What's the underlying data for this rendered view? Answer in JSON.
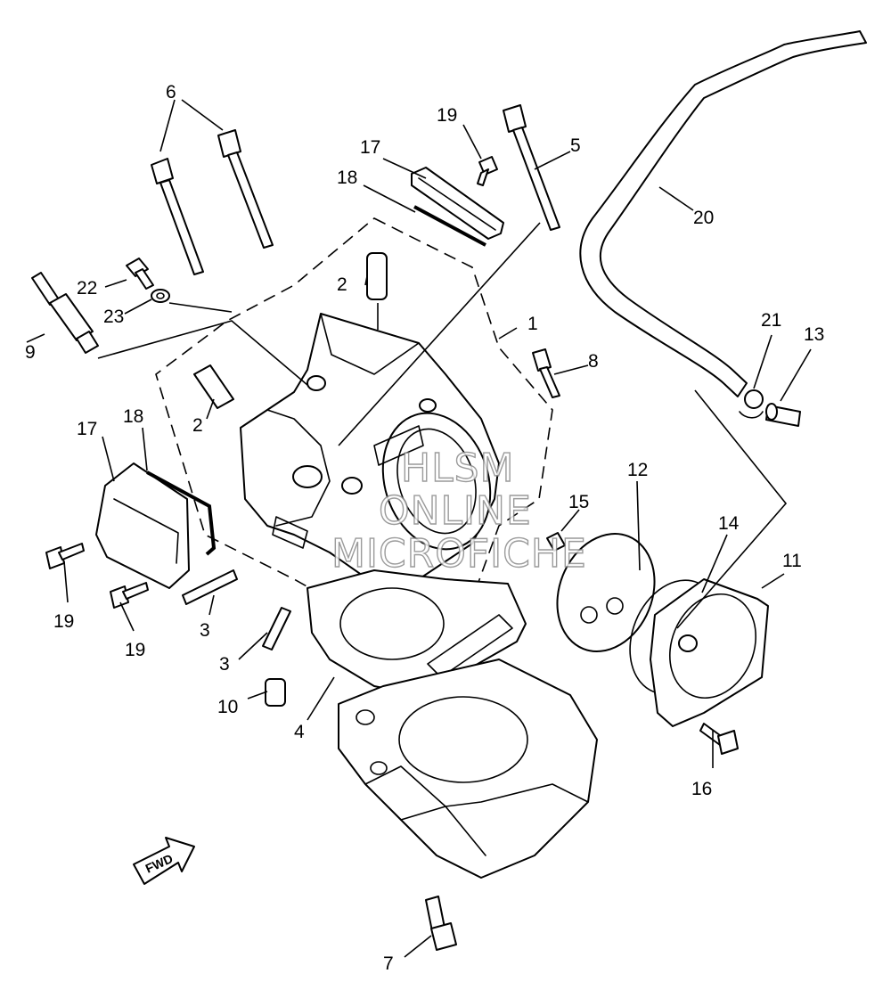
{
  "callouts": {
    "c1": "1",
    "c2a": "2",
    "c2b": "2",
    "c3a": "3",
    "c3b": "3",
    "c4": "4",
    "c5": "5",
    "c6": "6",
    "c7": "7",
    "c8": "8",
    "c9": "9",
    "c10": "10",
    "c11": "11",
    "c12": "12",
    "c13": "13",
    "c14": "14",
    "c15": "15",
    "c16": "16",
    "c17a": "17",
    "c17b": "17",
    "c18a": "18",
    "c18b": "18",
    "c19a": "19",
    "c19b": "19",
    "c19c": "19",
    "c20": "20",
    "c21": "21",
    "c22": "22",
    "c23": "23"
  },
  "watermark": {
    "line1": "HLSM",
    "line2": "ONLINE",
    "line3": "MICROFICHE"
  },
  "forward_badge": "FWD"
}
